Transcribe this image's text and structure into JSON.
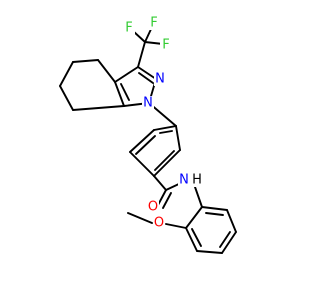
{
  "colors": {
    "bond": "#000000",
    "carbon": "#000000",
    "nitrogen": "#0000ff",
    "oxygen": "#ff0000",
    "fluorine": "#33cc33"
  },
  "atoms": {
    "F1": {
      "label": "F",
      "element": "fluorine"
    },
    "F2": {
      "label": "F",
      "element": "fluorine"
    },
    "F3": {
      "label": "F",
      "element": "fluorine"
    },
    "N2": {
      "label": "N",
      "element": "nitrogen"
    },
    "N1": {
      "label": "N",
      "element": "nitrogen"
    },
    "O_amide": {
      "label": "O",
      "element": "oxygen"
    },
    "N_amide": {
      "label": "N",
      "element": "nitrogen"
    },
    "H_amide": {
      "label": "H",
      "element": "carbon"
    },
    "O_ether": {
      "label": "O",
      "element": "oxygen"
    }
  }
}
